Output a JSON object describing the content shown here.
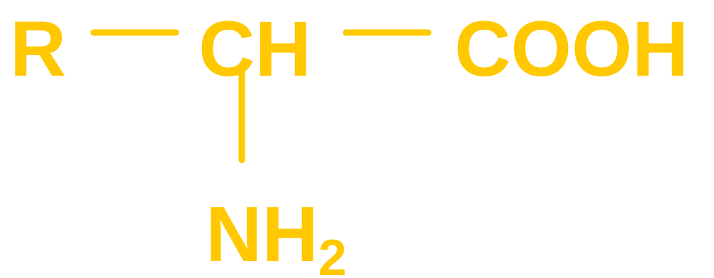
{
  "colors": {
    "structure": "#FFC800"
  },
  "structure": {
    "r_group": "R",
    "alpha_carbon": "CH",
    "carboxyl_group": "COOH",
    "amino_group": "NH",
    "amino_subscript": "2"
  }
}
